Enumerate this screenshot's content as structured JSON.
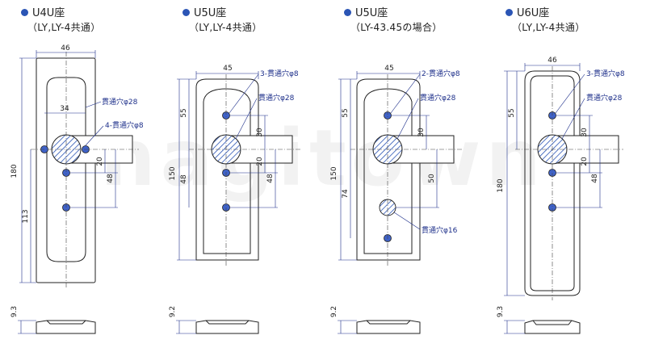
{
  "watermark": "nagitown",
  "colors": {
    "accent": "#2b55b5",
    "hole": "#3f62c8",
    "dim_line": "#1d2f8a"
  },
  "panels": [
    {
      "title": "U4U座",
      "subtitle": "（LY,LY-4共通）",
      "dims": {
        "width": "46",
        "offset": "34",
        "height": "180",
        "lower": "113",
        "gap1": "20",
        "gap2": "48",
        "thick": "9.3"
      },
      "labels": {
        "hole_a": "貫通穴φ28",
        "hole_b": "4-貫通穴φ8"
      }
    },
    {
      "title": "U5U座",
      "subtitle": "（LY,LY-4共通）",
      "dims": {
        "width": "45",
        "top": "55",
        "height": "150",
        "lower": "48",
        "gap0": "30",
        "gap1": "20",
        "gap2": "48",
        "thick": "9.2"
      },
      "labels": {
        "hole_a": "3-貫通穴φ8",
        "hole_b": "貫通穴φ28"
      }
    },
    {
      "title": "U5U座",
      "subtitle": "（LY-43.45の場合）",
      "dims": {
        "width": "45",
        "top": "55",
        "height": "150",
        "lower": "74",
        "gap0": "30",
        "gap1": "50",
        "thick": "9.2"
      },
      "labels": {
        "hole_a": "2-貫通穴φ8",
        "hole_b": "貫通穴φ28",
        "hole_c": "貫通穴φ16"
      }
    },
    {
      "title": "U6U座",
      "subtitle": "（LY,LY-4共通）",
      "dims": {
        "width": "46",
        "top": "55",
        "height": "180",
        "gap0": "30",
        "gap1": "20",
        "gap2": "48",
        "thick": "9.3"
      },
      "labels": {
        "hole_a": "3-貫通穴φ8",
        "hole_b": "貫通穴φ28"
      }
    }
  ]
}
